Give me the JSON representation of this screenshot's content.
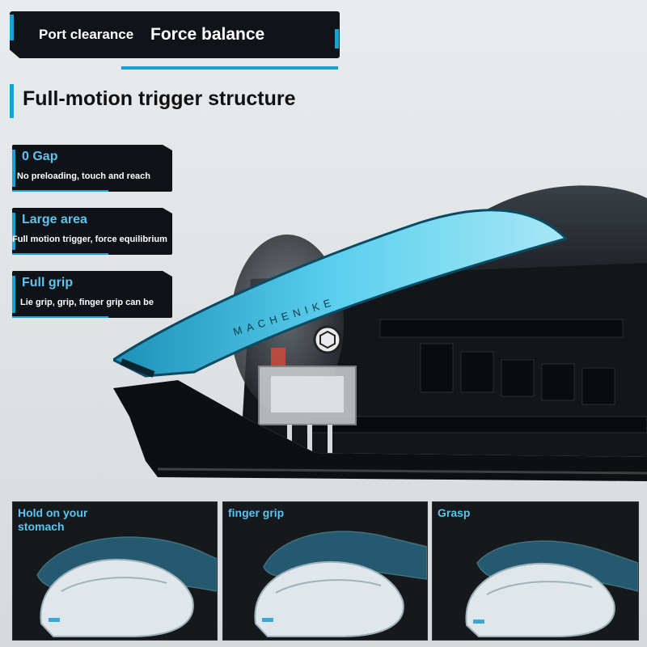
{
  "header": {
    "tabs": [
      {
        "label": "Port clearance"
      },
      {
        "label": "Force balance"
      }
    ]
  },
  "heading": "Full-motion trigger structure",
  "features": [
    {
      "title": "0 Gap",
      "desc": "No preloading, touch and reach"
    },
    {
      "title": "Large area",
      "desc": "Full motion trigger,  force equilibrium"
    },
    {
      "title": "Full grip",
      "desc": "Lie grip, grip, finger grip can be"
    }
  ],
  "mouse_brand": "MACHENIKE",
  "grips": [
    {
      "label": "Hold on your stomach"
    },
    {
      "label": "finger grip"
    },
    {
      "label": "Grasp"
    }
  ],
  "colors": {
    "accent": "#1aa0d8",
    "title_blue": "#5cc4ee",
    "panel_dark": "#0f1317"
  }
}
